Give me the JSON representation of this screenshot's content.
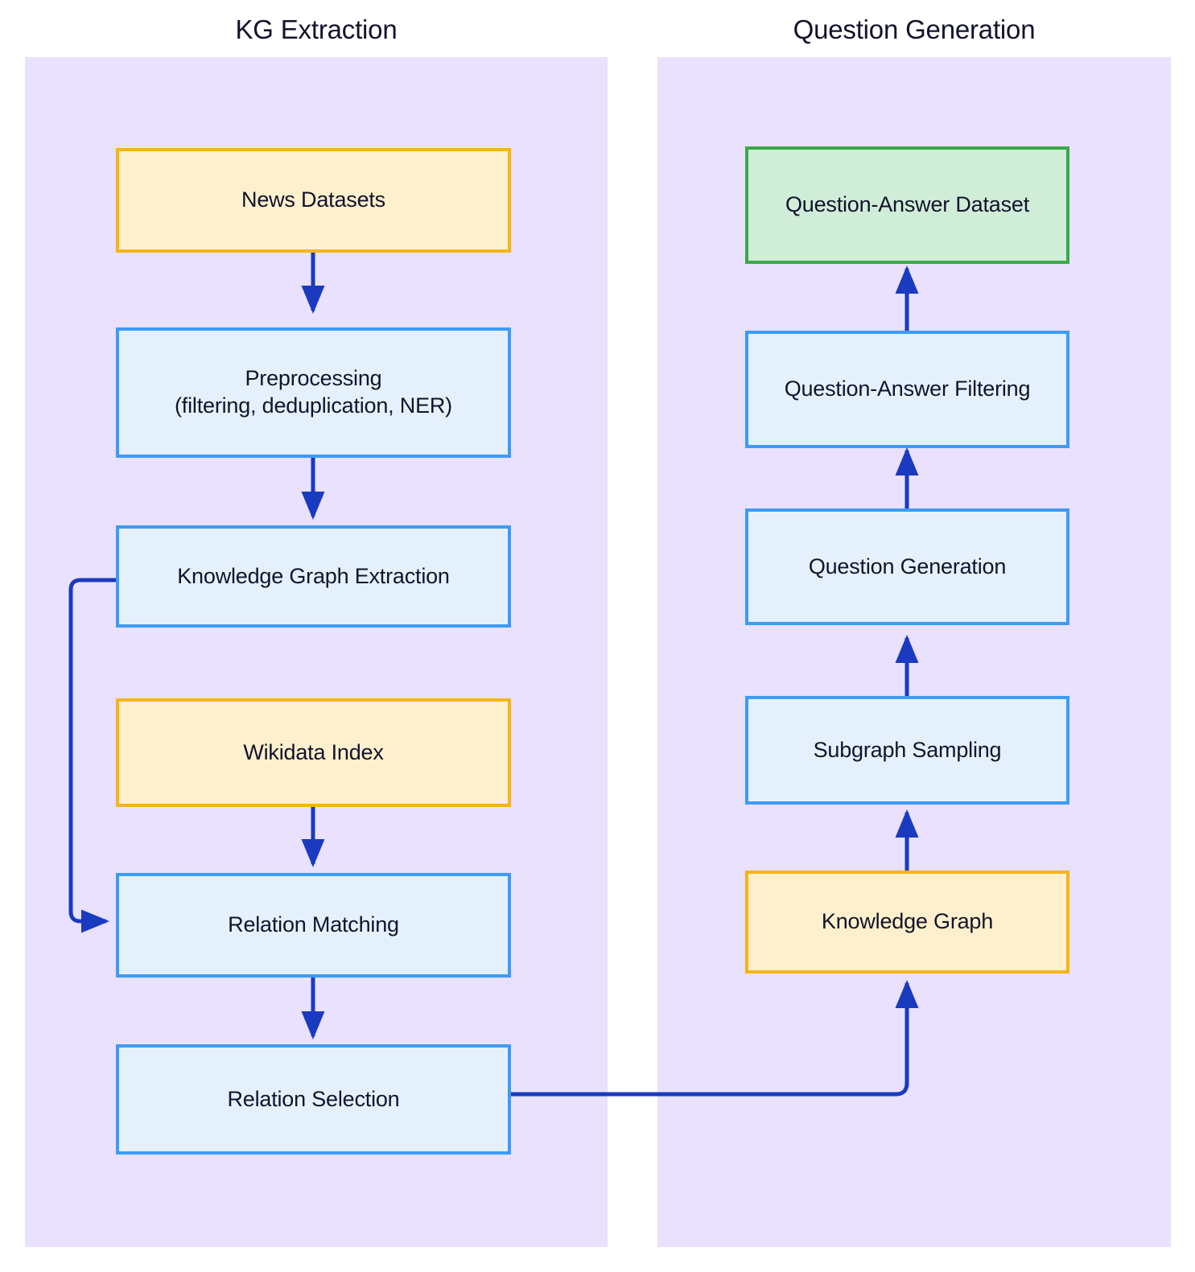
{
  "diagram": {
    "title_left": "KG Extraction",
    "title_right": "Question Generation",
    "colors": {
      "panel_background": "#e9e1fd",
      "page_background": "#ffffff",
      "blue_fill": "#e4f1fd",
      "blue_border": "#3d9bf5",
      "yellow_fill": "#fef0cc",
      "yellow_border": "#f5b417",
      "green_fill": "#d0edd8",
      "green_border": "#3ba94a",
      "arrow": "#1a3ac0",
      "text": "#12132b"
    }
  },
  "left_panel": {
    "title": "KG Extraction",
    "nodes": [
      {
        "id": "news-datasets",
        "label": "News Datasets",
        "type": "source"
      },
      {
        "id": "preprocessing",
        "label": "Preprocessing\n(filtering, deduplication, NER)",
        "type": "process"
      },
      {
        "id": "knowledge-graph-extraction",
        "label": "Knowledge Graph Extraction",
        "type": "process"
      },
      {
        "id": "wikidata-index",
        "label": "Wikidata Index",
        "type": "source"
      },
      {
        "id": "relation-matching",
        "label": "Relation Matching",
        "type": "process"
      },
      {
        "id": "relation-selection",
        "label": "Relation Selection",
        "type": "process"
      }
    ]
  },
  "right_panel": {
    "title": "Question Generation",
    "nodes": [
      {
        "id": "question-answer-dataset",
        "label": "Question-Answer Dataset",
        "type": "output"
      },
      {
        "id": "question-answer-filtering",
        "label": "Question-Answer Filtering",
        "type": "process"
      },
      {
        "id": "question-generation",
        "label": "Question Generation",
        "type": "process"
      },
      {
        "id": "subgraph-sampling",
        "label": "Subgraph Sampling",
        "type": "process"
      },
      {
        "id": "knowledge-graph",
        "label": "Knowledge Graph",
        "type": "source"
      }
    ]
  },
  "edges": [
    {
      "from": "news-datasets",
      "to": "preprocessing"
    },
    {
      "from": "preprocessing",
      "to": "knowledge-graph-extraction"
    },
    {
      "from": "knowledge-graph-extraction",
      "to": "relation-matching"
    },
    {
      "from": "wikidata-index",
      "to": "relation-matching"
    },
    {
      "from": "relation-matching",
      "to": "relation-selection"
    },
    {
      "from": "relation-selection",
      "to": "knowledge-graph"
    },
    {
      "from": "knowledge-graph",
      "to": "subgraph-sampling"
    },
    {
      "from": "subgraph-sampling",
      "to": "question-generation"
    },
    {
      "from": "question-generation",
      "to": "question-answer-filtering"
    },
    {
      "from": "question-answer-filtering",
      "to": "question-answer-dataset"
    }
  ]
}
